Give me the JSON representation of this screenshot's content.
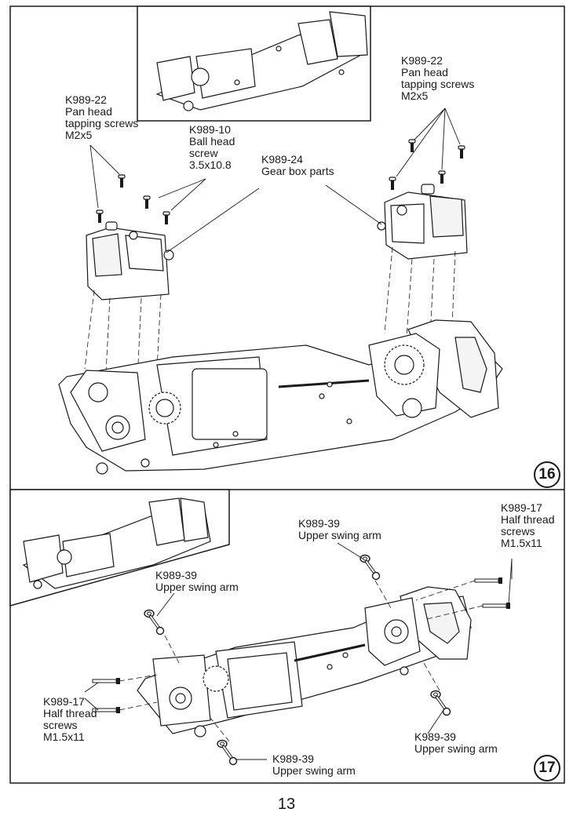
{
  "steps": [
    {
      "number": "16",
      "labels": {
        "screws_left": [
          "K989-22",
          "Pan head",
          "tapping screws",
          "M2x5"
        ],
        "ball_head": [
          "K989-10",
          "Ball head",
          "screw",
          "3.5x10.8"
        ],
        "gearbox": [
          "K989-24",
          "Gear box parts"
        ],
        "screws_right": [
          "K989-22",
          "Pan head",
          "tapping screws",
          "M2x5"
        ]
      }
    },
    {
      "number": "17",
      "labels": {
        "arm_top_center": [
          "K989-39",
          "Upper swing arm"
        ],
        "screws_top_right": [
          "K989-17",
          "Half thread",
          "screws",
          "M1.5x11"
        ],
        "arm_mid_left": [
          "K989-39",
          "Upper swing arm"
        ],
        "screws_left": [
          "K989-17",
          "Half thread",
          "screws",
          "M1.5x11"
        ],
        "arm_bottom_right": [
          "K989-39",
          "Upper swing arm"
        ],
        "arm_bottom_center": [
          "K989-39",
          "Upper swing arm"
        ]
      }
    }
  ],
  "page_number": "13"
}
